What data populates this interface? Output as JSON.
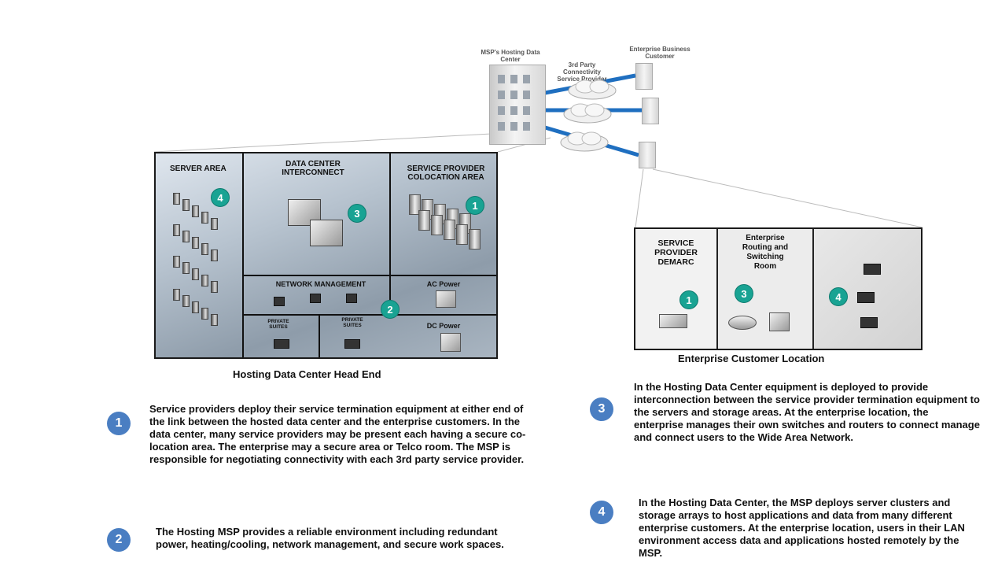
{
  "top_network": {
    "msp_label": "MSP's Hosting\nData Center",
    "provider_label": "3rd Party\nConnectivity\nService Provider",
    "enterprise_label": "Enterprise Business\nCustomer"
  },
  "hosting_panel": {
    "server_area": "SERVER AREA",
    "interconnect": "DATA CENTER\nINTERCONNECT",
    "colocation": "SERVICE PROVIDER\nCOLOCATION AREA",
    "network_management": "NETWORK MANAGEMENT",
    "ac_power": "AC Power",
    "dc_power": "DC Power",
    "private_suites_1": "PRIVATE\nSUITES",
    "private_suites_2": "PRIVATE\nSUITES",
    "badge_4": "4",
    "badge_3": "3",
    "badge_1": "1",
    "badge_2": "2",
    "caption": "Hosting Data Center Head End"
  },
  "enterprise_panel": {
    "demarc": "SERVICE\nPROVIDER\nDEMARC",
    "routing_room": "Enterprise\nRouting and\nSwitching\nRoom",
    "badge_1": "1",
    "badge_3": "3",
    "badge_4": "4",
    "caption": "Enterprise  Customer Location"
  },
  "notes": [
    {
      "num": "1",
      "text": "Service providers deploy their service termination equipment at either end of the link between the hosted data center and the enterprise customers. In the data center, many service providers may be present each having a secure co-location area. The enterprise may a secure area or Telco room.  The MSP is responsible for negotiating connectivity  with each 3rd party service provider."
    },
    {
      "num": "2",
      "text": "The Hosting MSP provides a reliable  environment including redundant power, heating/cooling,  network management, and secure work spaces."
    },
    {
      "num": "3",
      "text": "In the Hosting Data Center equipment is deployed to provide interconnection  between the service provider termination equipment to the servers and storage areas. At the enterprise location, the enterprise manages their own switches and routers to connect manage and connect users to the Wide Area Network."
    },
    {
      "num": "4",
      "text": "In the Hosting Data Center, the MSP deploys server clusters and storage arrays to host applications and data from many different enterprise customers. At the enterprise location, users in their LAN environment access data and applications  hosted remotely by the MSP."
    }
  ]
}
